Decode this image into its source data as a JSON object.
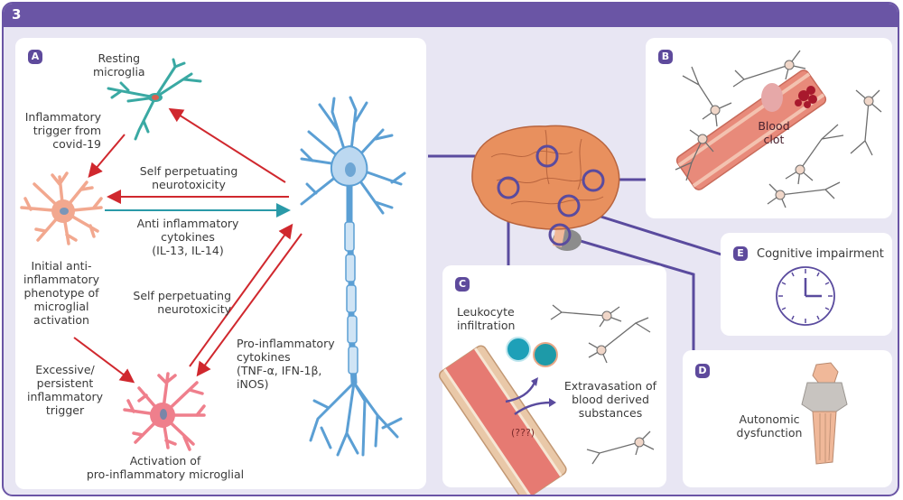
{
  "figure": {
    "number": "3",
    "colors": {
      "frame": "#6a55a5",
      "frame_bg": "#e8e6f3",
      "panel_bg": "#ffffff",
      "badge": "#5e4a9c",
      "red_arrow": "#d0282e",
      "teal_arrow": "#2a9aa8",
      "neuron_blue": "#5b9fd4",
      "resting_microglia": "#3aa9a3",
      "anti_inflammatory_microglia": "#f2a88f",
      "pro_inflammatory_microglia": "#ef7f8c",
      "brain": "#e8905e",
      "connector": "#5a4b9e"
    }
  },
  "panel_a": {
    "badge": "A",
    "resting_microglia": "Resting\nmicroglia",
    "inflammatory_trigger": [
      "Inflammatory",
      "trigger from",
      "covid-19"
    ],
    "self_perpetuating_top": [
      "Self perpetuating",
      "neurotoxicity"
    ],
    "anti_inflammatory_cytokines": [
      "Anti inflammatory",
      "cytokines",
      "(IL-13, IL-14)"
    ],
    "initial_phenotype": [
      "Initial anti-",
      "inflammatory",
      "phenotype of",
      "microglial",
      "activation"
    ],
    "self_perpetuating_bottom": [
      "Self perpetuating",
      "neurotoxicity"
    ],
    "pro_inflammatory_cytokines": [
      "Pro-inflammatory",
      "cytokines",
      "(TNF-α, IFN-1β,",
      "iNOS)"
    ],
    "excessive_trigger": [
      "Excessive/",
      "persistent",
      "inflammatory",
      "trigger"
    ],
    "activation_pro": [
      "Activation of",
      "pro-inflammatory microglial"
    ]
  },
  "panel_b": {
    "badge": "B",
    "blood_clot": [
      "Blood",
      "clot"
    ]
  },
  "panel_c": {
    "badge": "C",
    "leukocyte": [
      "Leukocyte",
      "infiltration"
    ],
    "extravasation": [
      "Extravasation of",
      "blood derived",
      "substances"
    ],
    "unknown": "(???)"
  },
  "panel_d": {
    "badge": "D",
    "autonomic": [
      "Autonomic",
      "dysfunction"
    ]
  },
  "panel_e": {
    "badge": "E",
    "title": "Cognitive impairment"
  }
}
